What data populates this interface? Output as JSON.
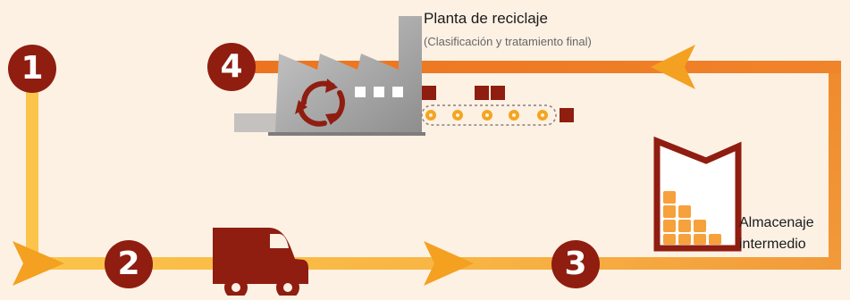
{
  "steps": [
    "1",
    "2",
    "3",
    "4"
  ],
  "plant": {
    "title": "Planta de reciclaje",
    "subtitle": "(Clasificación y tratamiento final)"
  },
  "storage": {
    "line1": "Almacenaje",
    "line2": "intermedio"
  },
  "icons": [
    "factory-icon",
    "recycle-icon",
    "conveyor-icon",
    "truck-icon",
    "warehouse-icon",
    "arrow-icon"
  ],
  "colors": {
    "background": "#fdf1e4",
    "accent_dark": "#8f1d10",
    "flow_light": "#fbc44a",
    "flow_mid": "#f6a13c",
    "flow_dark": "#ee7b22",
    "arrow": "#f4a020",
    "factory_gray": "#a8a8a8",
    "gear": "#f4a520"
  }
}
